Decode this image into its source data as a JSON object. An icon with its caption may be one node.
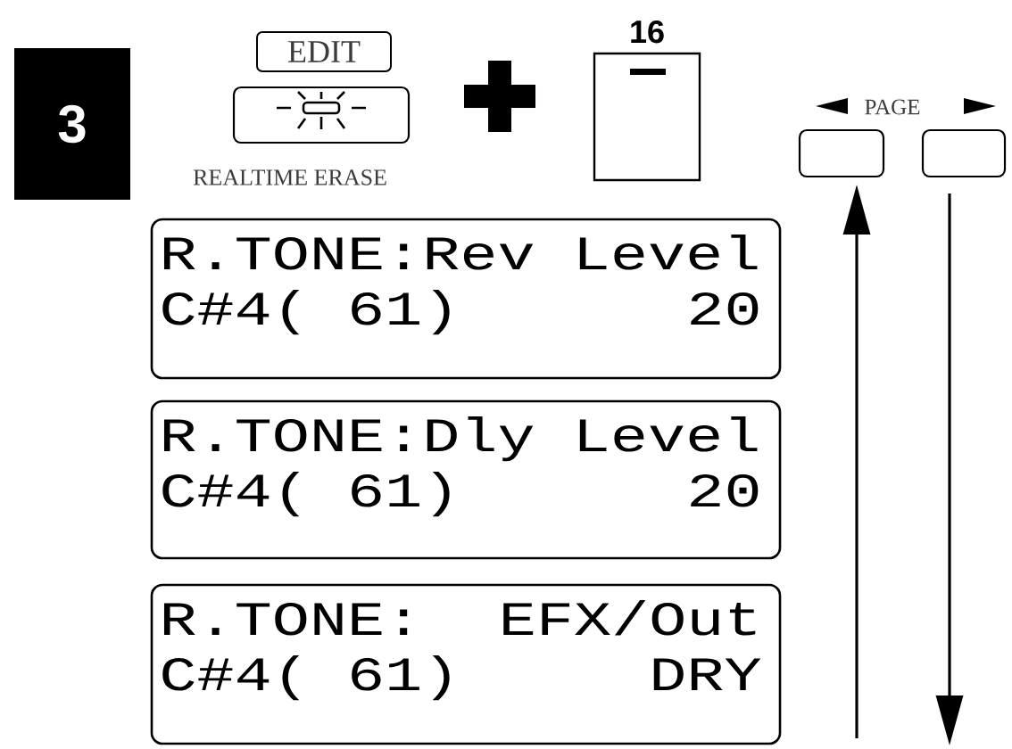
{
  "diagram": {
    "nodes": [
      {
        "text": [
          "3"
        ]
      },
      {
        "text": [
          "EDIT"
        ]
      },
      {
        "text": [],
        "shape": "box",
        "beside": [
          "REALTIME ERASE"
        ]
      },
      {
        "text": [
          "16"
        ]
      },
      {
        "text": [],
        "shape": "box"
      },
      {
        "text": [],
        "shape": "box"
      },
      {
        "text": [
          "R.TONE:Rev Level",
          "C#4( 61)",
          "20"
        ]
      },
      {
        "text": [
          "R.TONE:Dly Level",
          "C#4( 61)",
          "20"
        ]
      },
      {
        "text": [
          "R.TONE:",
          "EFX/Out",
          "C#4( 61)",
          "DRY"
        ]
      }
    ],
    "edges": [
      {
        "from": null,
        "to": 4,
        "arrow": "to"
      },
      {
        "from": 5,
        "to": null,
        "arrow": "to"
      }
    ],
    "labels": [
      "PAGE"
    ]
  }
}
